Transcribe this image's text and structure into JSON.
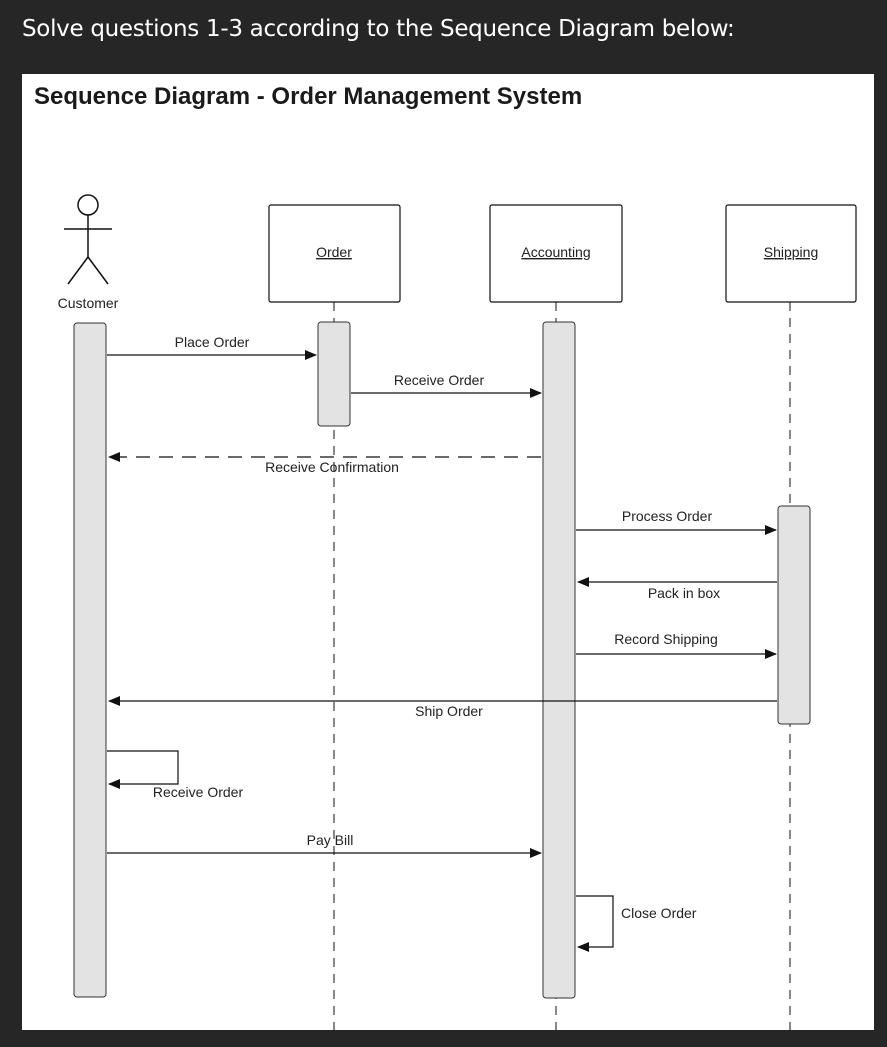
{
  "header": {
    "instruction": "Solve questions 1-3 according to the Sequence Diagram below:"
  },
  "diagram": {
    "title": "Sequence Diagram - Order Management System",
    "actor": {
      "label": "Customer"
    },
    "lifelines": [
      {
        "id": "order",
        "label": "Order"
      },
      {
        "id": "accounting",
        "label": "Accounting"
      },
      {
        "id": "shipping",
        "label": "Shipping"
      }
    ],
    "messages": [
      {
        "label": "Place Order",
        "from": "customer",
        "to": "order",
        "style": "solid"
      },
      {
        "label": "Receive Order",
        "from": "order",
        "to": "accounting",
        "style": "solid"
      },
      {
        "label": "Receive Confirmation",
        "from": "accounting",
        "to": "customer",
        "style": "dashed"
      },
      {
        "label": "Process Order",
        "from": "accounting",
        "to": "shipping",
        "style": "solid"
      },
      {
        "label": "Pack in box",
        "from": "shipping",
        "to": "accounting",
        "style": "solid"
      },
      {
        "label": "Record Shipping",
        "from": "accounting",
        "to": "shipping",
        "style": "solid"
      },
      {
        "label": "Ship Order",
        "from": "shipping",
        "to": "customer",
        "style": "solid"
      },
      {
        "label": "Receive Order",
        "from": "customer",
        "to": "customer",
        "style": "self"
      },
      {
        "label": "Pay Bill",
        "from": "customer",
        "to": "accounting",
        "style": "solid"
      },
      {
        "label": "Close Order",
        "from": "accounting",
        "to": "accounting",
        "style": "self"
      }
    ]
  }
}
